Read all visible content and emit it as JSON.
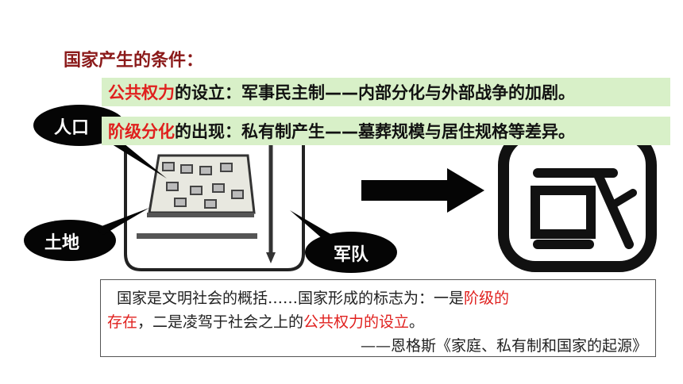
{
  "title": "国家产生的条件：",
  "conditions": [
    {
      "highlight": "公共权力",
      "rest": "的设立：军事民主制——内部分化与外部战争的加剧。"
    },
    {
      "highlight": "阶级分化",
      "rest": "的出现：私有制产生——墓葬规模与居住规格等差异。"
    }
  ],
  "labels": {
    "population": "人口",
    "land": "土地",
    "army": "军队"
  },
  "glyph_alt": "国",
  "quote": {
    "line1_a": "国家是文明社会的概括……国家形成的标志为：一是",
    "line1_red": "阶级的",
    "line2_red1": "存在",
    "line2_a": "，二是凌驾于社会之上的",
    "line2_red2": "公共权力的设立",
    "line2_b": "。",
    "line3": "——恩格斯《家庭、私有制和国家的起源》"
  }
}
